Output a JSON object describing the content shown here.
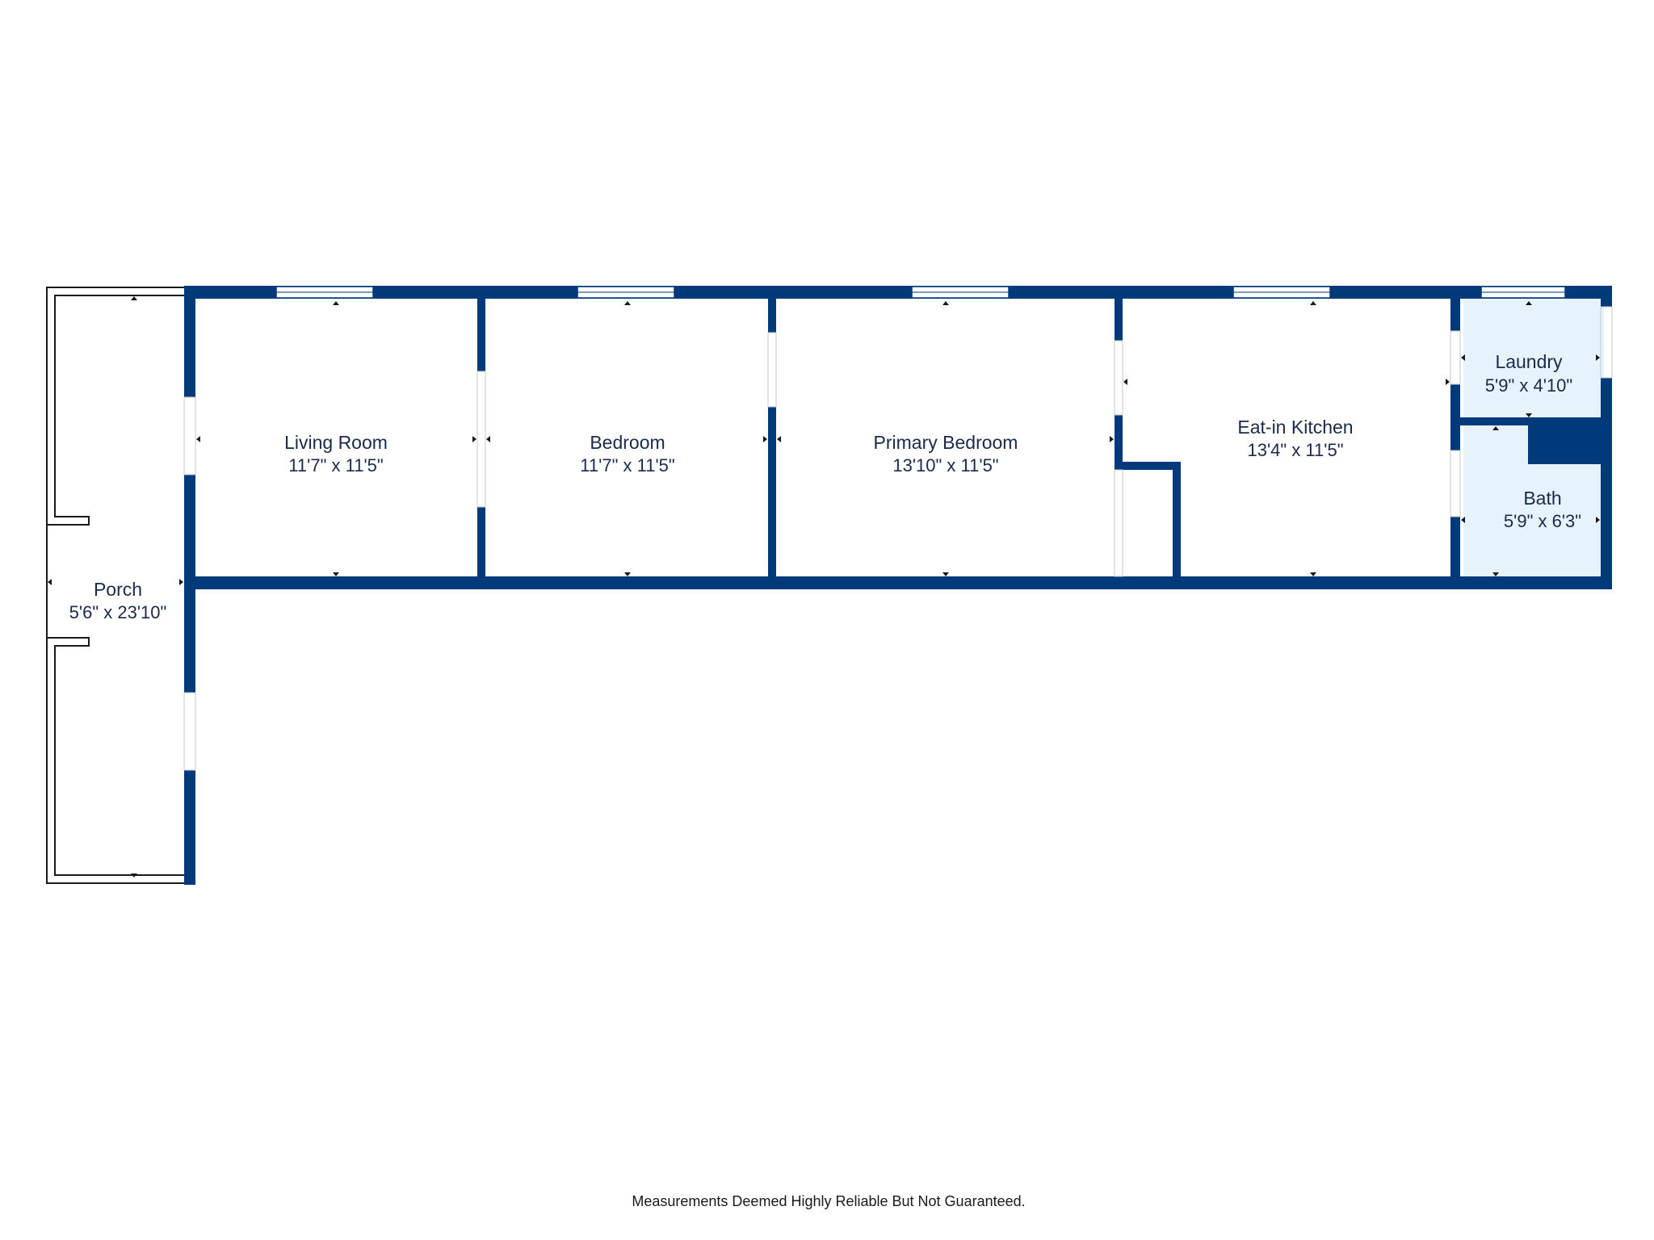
{
  "colors": {
    "wall": "#003a7a",
    "wet_room_fill": "#e6f3fc",
    "background": "#ffffff"
  },
  "rooms": [
    {
      "name": "Porch",
      "dims": "5'6\" x 23'10\""
    },
    {
      "name": "Living Room",
      "dims": "11'7\" x 11'5\""
    },
    {
      "name": "Bedroom",
      "dims": "11'7\" x 11'5\""
    },
    {
      "name": "Primary Bedroom",
      "dims": "13'10\" x 11'5\""
    },
    {
      "name": "Eat-in Kitchen",
      "dims": "13'4\" x 11'5\""
    },
    {
      "name": "Laundry",
      "dims": "5'9\" x 4'10\""
    },
    {
      "name": "Bath",
      "dims": "5'9\" x 6'3\""
    }
  ],
  "disclaimer": "Measurements Deemed Highly Reliable But Not Guaranteed."
}
